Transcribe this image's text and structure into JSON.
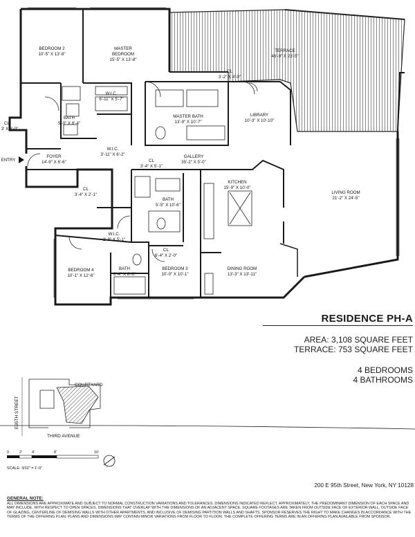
{
  "rooms": {
    "bedroom2": {
      "name": "BEDROOM 2",
      "dims": "10'-5\" X 13'-8\""
    },
    "master_bedroom": {
      "name1": "MASTER",
      "name2": "BEDROOM",
      "dims": "15'-5\" X 13'-8\""
    },
    "terrace": {
      "name": "TERRACE",
      "dims": "46'-9\" X 23'-5\""
    },
    "wic_master": {
      "name": "W.I.C.",
      "dims": "6'-11\" X 5'-7\""
    },
    "cl_terrace": {
      "name": "CL",
      "dims": "3'-2\" X 4'-0\""
    },
    "master_bath": {
      "name": "MASTER BATH",
      "dims": "13'-9\" X 10'-7\""
    },
    "library": {
      "name": "LIBRARY",
      "dims": "10'-3\" X 10'-10\""
    },
    "bath_b2": {
      "name": "BATH",
      "dims": "5'-0\" X 8'-4\""
    },
    "cl_left": {
      "name": "CL",
      "dims": "3' X 6'-0\""
    },
    "wic_hall": {
      "name": "W.I.C.",
      "dims": "3'-11\" X 6'-2\""
    },
    "entry": {
      "name": "ENTRY"
    },
    "foyer": {
      "name": "FOYER",
      "dims": "14'-9\" X 6'-6\""
    },
    "gallery": {
      "name": "GALLERY",
      "dims": "35'-2\" X 5'-0\""
    },
    "cl_gallery": {
      "name": "CL",
      "dims": "3'-4\" X 5'-1\""
    },
    "cl_foyer": {
      "name": "CL",
      "dims": "3'-4\" X 2'-1\""
    },
    "kitchen": {
      "name": "KITCHEN",
      "dims": "15'-9\" X 10'-0\""
    },
    "living_room": {
      "name": "LIVING ROOM",
      "dims": "21'-2\" X 24'-5\""
    },
    "bath_b3": {
      "name": "BATH",
      "dims": "5'-5\" X 10'-6\""
    },
    "wic_b4": {
      "name": "W.I.C.",
      "dims": "2'-9\" X 5'-1\""
    },
    "cl_b3": {
      "name": "CL",
      "dims": "6'-4\" X 2'-0\""
    },
    "bedroom4": {
      "name": "BEDROOM 4",
      "dims": "10'-1\" X 12'-6\""
    },
    "bath_b4": {
      "name": "BATH",
      "dims": "6'-4\" X 8'-6\""
    },
    "bedroom3": {
      "name": "BEDROOM 3",
      "dims": "10'-0\" X 10'-1\""
    },
    "dining_room": {
      "name": "DINING ROOM",
      "dims": "13'-3\" X 13'-11\""
    }
  },
  "residence": {
    "title": "RESIDENCE PH-A",
    "area": "AREA: 3,108 SQUARE FEET",
    "terrace": "TERRACE: 753 SQUARE FEET",
    "bedrooms": "4 BEDROOMS",
    "bathrooms": "4 BATHROOMS"
  },
  "keyplan": {
    "courtyard": "COURTYARD",
    "street": "E95TH STREET",
    "avenue": "THIRD AVENUE"
  },
  "scale": {
    "ticks": [
      "0",
      "2'",
      "4'",
      "8'",
      "16'"
    ],
    "label": "SCALE: 3/32\" = 1'-0\""
  },
  "address": "200 E 95th Street, New York, NY 10128",
  "general_note": {
    "heading": "GENERAL NOTE:",
    "text": "All dimensions are approximate and subject to normal construction variations and tolerances. Dimensions indicated reflect, approximately, the predominant dimension of each space and may include, with respect to open spaces, dimensions that overlap with the dimensions of an adjacent space. Square footages are taken from outside face of exterior wall, outside face of glazing, centerline of demising walls with other apartments, and inclusive of demising partition walls and shafts. Sponsor reserves the right to make changes in accordance with the terms of the offering plan. Plans and dimensions may contain minor variations from floor to floor. The complete offering terms are in an offering plan available from sponsor."
  }
}
